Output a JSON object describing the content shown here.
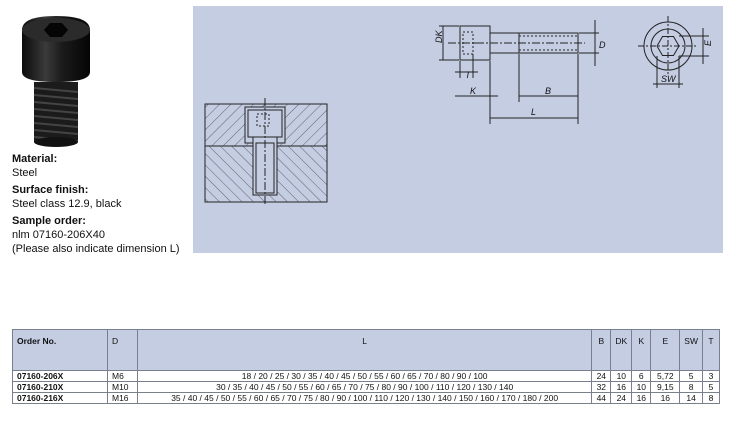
{
  "specs": {
    "material_label": "Material:",
    "material_value": "Steel",
    "surface_label": "Surface finish:",
    "surface_value": "Steel class 12.9, black",
    "sample_label": "Sample order:",
    "sample_value": "nlm 07160-206X40",
    "sample_note": "(Please also indicate dimension L)"
  },
  "drawing": {
    "labels": {
      "dk": "DK",
      "t": "T",
      "k": "K",
      "b": "B",
      "l": "L",
      "d": "D",
      "e": "E",
      "sw": "SW"
    }
  },
  "table": {
    "headers": [
      "Order No.",
      "D",
      "L",
      "B",
      "DK",
      "K",
      "E",
      "SW",
      "T"
    ],
    "rows": [
      [
        "07160-206X",
        "M6",
        "18 / 20 / 25 / 30 / 35 / 40 / 45 / 50 / 55 / 60 / 65 / 70 / 80 / 90 / 100",
        "24",
        "10",
        "6",
        "5,72",
        "5",
        "3"
      ],
      [
        "07160-210X",
        "M10",
        "30 / 35 / 40 / 45 / 50 / 55 / 60 / 65 / 70 / 75 / 80 / 90 / 100 / 110 / 120 / 130 / 140",
        "32",
        "16",
        "10",
        "9,15",
        "8",
        "5"
      ],
      [
        "07160-216X",
        "M16",
        "35 / 40 / 45 / 50 / 55 / 60 / 65 / 70 / 75 / 80 / 90 / 100 / 110 / 120 / 130 / 140 / 150 / 160 / 170 / 180 / 200",
        "44",
        "24",
        "16",
        "16",
        "14",
        "8"
      ]
    ]
  },
  "colors": {
    "panel": "#c5cde3",
    "border": "#7a7f8c"
  }
}
